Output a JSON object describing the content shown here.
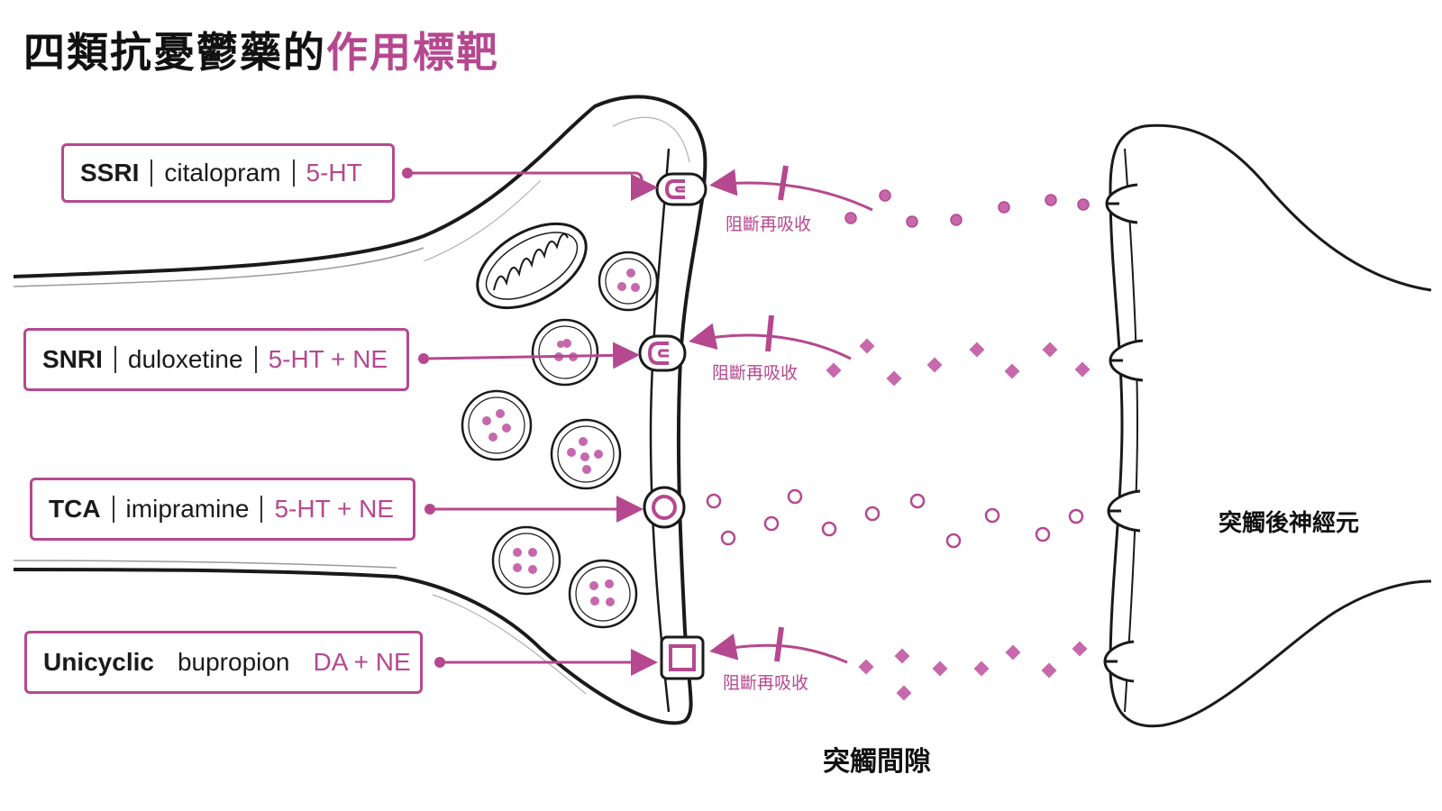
{
  "title": {
    "main": "四類抗憂鬱藥的",
    "accent": "作用標靶"
  },
  "drugs": [
    {
      "drug_class": "SSRI",
      "example": "citalopram",
      "target": "5-HT"
    },
    {
      "drug_class": "SNRI",
      "example": "duloxetine",
      "target": "5-HT + NE"
    },
    {
      "drug_class": "TCA",
      "example": "imipramine",
      "target": "5-HT + NE"
    },
    {
      "drug_class": "Unicyclic",
      "example": "bupropion",
      "target": "DA + NE"
    }
  ],
  "block_label": "阻斷再吸收",
  "labels": {
    "synaptic_cleft": "突觸間隙",
    "postsynaptic_neuron": "突觸後神經元"
  },
  "colors": {
    "accent": "#b5488f",
    "outline": "#1a1a1a",
    "text": "#111111"
  }
}
